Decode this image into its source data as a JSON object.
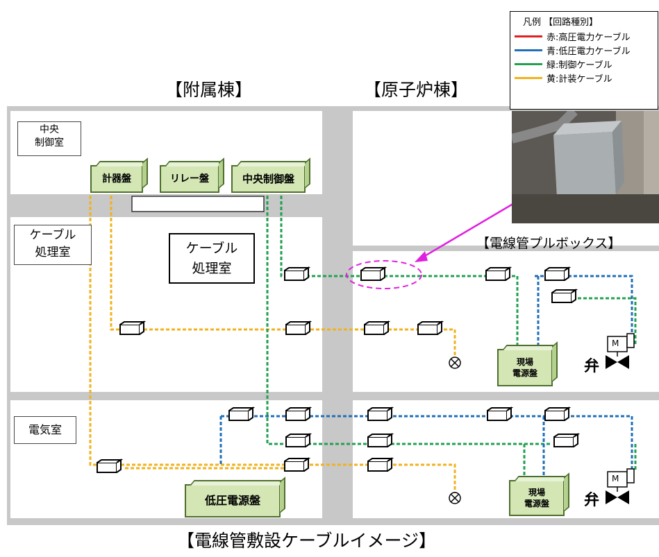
{
  "titles": {
    "annex": "【附属棟】",
    "reactor": "【原子炉棟】",
    "pullbox": "【電線管プルボックス】",
    "caption": "【電線管敷設ケーブルイメージ】"
  },
  "legend": {
    "title": "凡例 【回路種別】",
    "items": [
      {
        "label": "赤:高圧電力ケーブル",
        "color": "#e02020"
      },
      {
        "label": "青:低圧電力ケーブル",
        "color": "#1f6fb8"
      },
      {
        "label": "緑:制御ケーブル",
        "color": "#22a050"
      },
      {
        "label": "黄:計装ケーブル",
        "color": "#f2b21c"
      }
    ]
  },
  "rooms": {
    "control_room_line1": "中央",
    "control_room_line2": "制御室",
    "cable_room_line1": "ケーブル",
    "cable_room_line2": "処理室",
    "electric_room": "電気室"
  },
  "callout": {
    "line1": "ケーブル",
    "line2": "処理室"
  },
  "panels": {
    "instrument": "計器盤",
    "relay": "リレー盤",
    "central_control": "中央制御盤",
    "lv_power": "低圧電源盤",
    "field_power_line1": "現場",
    "field_power_line2": "電源盤"
  },
  "valve": {
    "label": "弁",
    "motor": "M"
  },
  "colors": {
    "wall": "#c8c8c8",
    "blue_cable": "#1f6fb8",
    "green_cable": "#22a050",
    "yellow_cable": "#f2b21c",
    "highlight": "#e020e0",
    "panel_fill": "#d3e6b4"
  }
}
